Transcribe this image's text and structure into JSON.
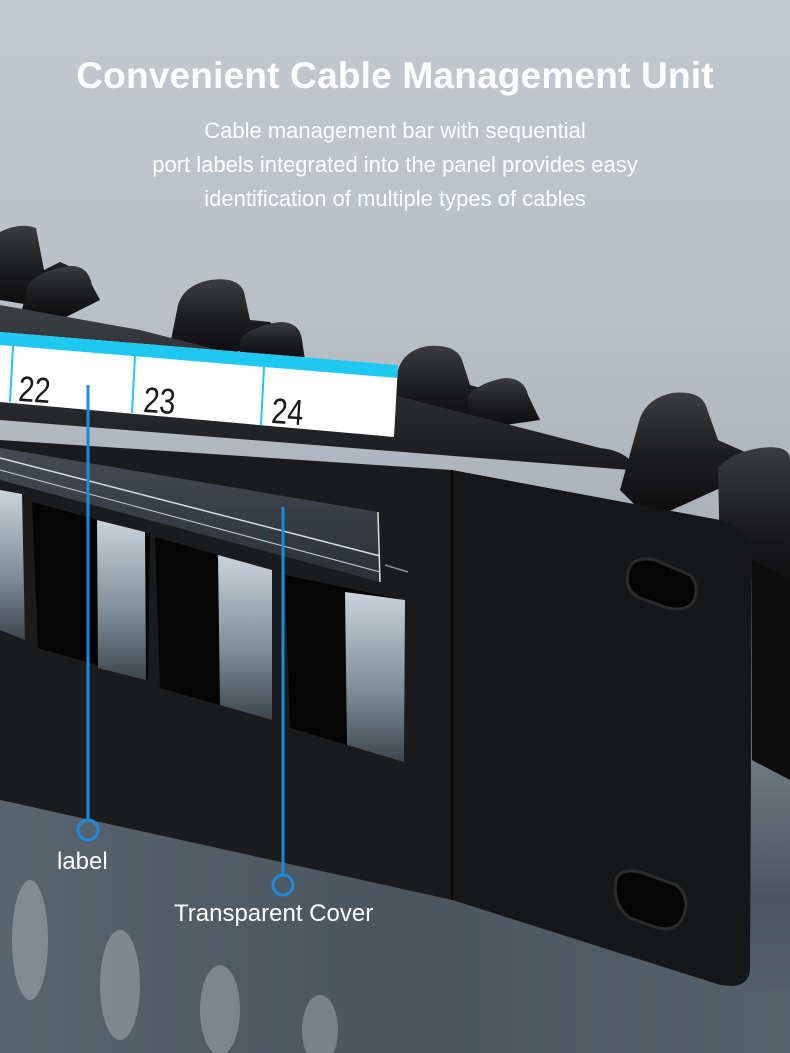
{
  "header": {
    "title": "Convenient Cable Management Unit",
    "subtitle_lines": [
      "Cable management bar with sequential",
      "port labels integrated into the panel provides easy",
      "identification of multiple types of cables"
    ]
  },
  "label_strip": {
    "port_numbers": [
      "22",
      "23",
      "24"
    ],
    "accent_color": "#1ec8f0"
  },
  "callouts": {
    "label": "label",
    "transparent_cover": "Transparent Cover",
    "line_color": "#1a8ce0"
  }
}
